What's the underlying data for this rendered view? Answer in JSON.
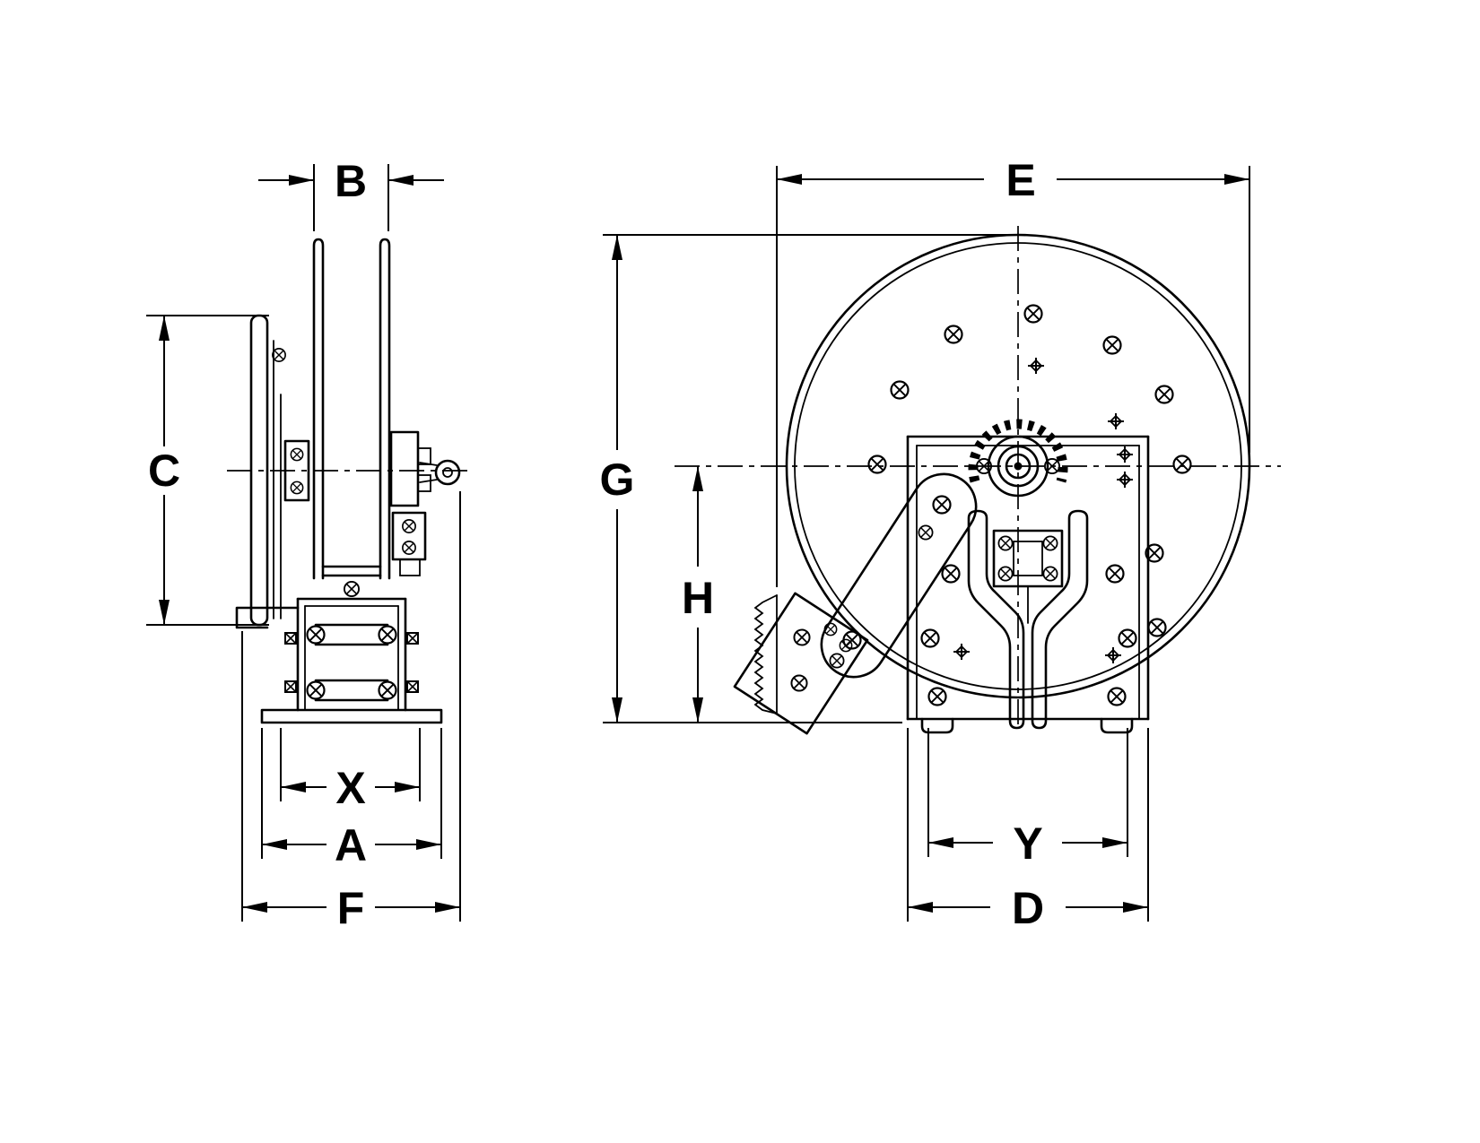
{
  "labels": {
    "A": "A",
    "B": "B",
    "C": "C",
    "D": "D",
    "E": "E",
    "F": "F",
    "G": "G",
    "H": "H",
    "X": "X",
    "Y": "Y"
  }
}
